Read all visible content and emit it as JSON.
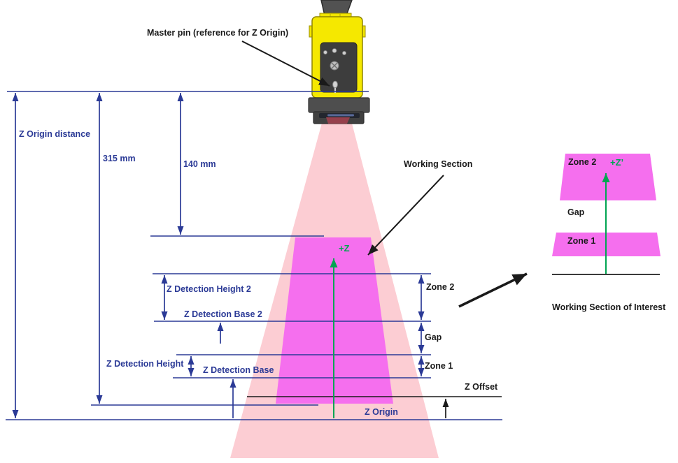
{
  "labels": {
    "master_pin": "Master pin (reference for Z Origin)",
    "z_origin_distance": "Z Origin distance",
    "dim_315": "315 mm",
    "dim_140": "140 mm",
    "working_section": "Working Section",
    "z_detection_height_2": "Z Detection Height 2",
    "z_detection_base_2": "Z Detection Base 2",
    "z_detection_height": "Z Detection Height",
    "z_detection_base": "Z Detection Base",
    "zone_2": "Zone 2",
    "gap": "Gap",
    "zone_1": "Zone 1",
    "z_offset": "Z Offset",
    "z_origin": "Z Origin",
    "plus_z": "+Z",
    "mini_zone_2": "Zone 2",
    "mini_plus_z_prime": "+Z’",
    "mini_gap": "Gap",
    "mini_zone_1": "Zone 1",
    "working_section_of_interest": "Working Section of Interest"
  },
  "measurements": {
    "reference_to_working_section_top": "140 mm",
    "reference_to_working_section_bottom": "315 mm"
  },
  "colors": {
    "dimension_blue": "#2b3a96",
    "annotation_black": "#1a1a1a",
    "axis_green": "#00a551",
    "light_cone_pink": "#fccdd3",
    "working_section_magenta": "#f56fee",
    "sensor_yellow": "#f5e800",
    "sensor_panel_gray": "#3d3d3d"
  }
}
